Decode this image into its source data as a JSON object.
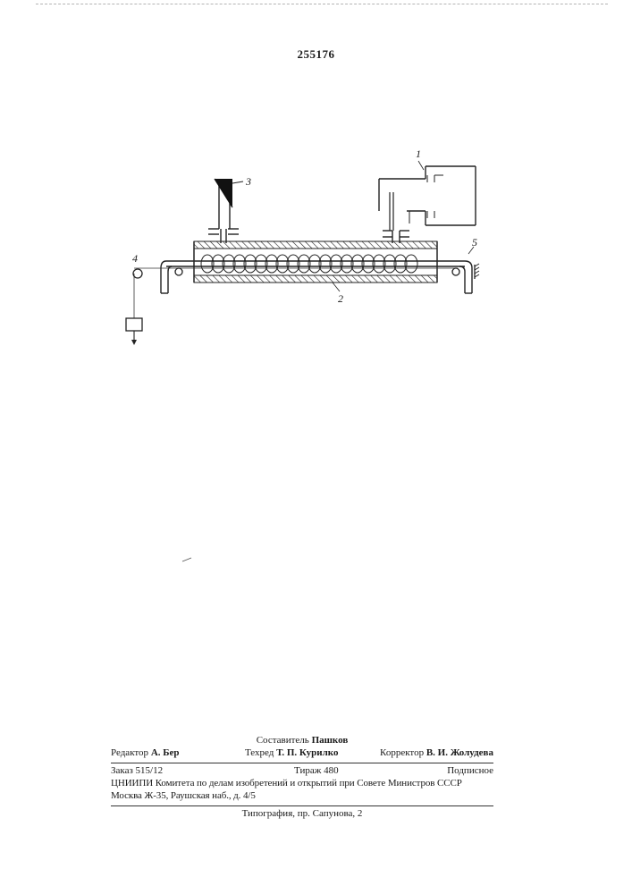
{
  "patent_number": "255176",
  "figure": {
    "labels": {
      "one": "1",
      "two": "2",
      "three": "3",
      "four": "4",
      "five": "5"
    }
  },
  "footer": {
    "compiler_label": "Составитель",
    "compiler_name": "Пашков",
    "editor_label": "Редактор",
    "editor_name": "А. Бер",
    "techred_label": "Техред",
    "techred_name": "Т. П. Курилко",
    "corrector_label": "Корректор",
    "corrector_name": "В. И. Жолудева",
    "order": "Заказ 515/12",
    "circulation": "Тираж 480",
    "subscription": "Подписное",
    "institute_line": "ЦНИИПИ Комитета по делам изобретений и открытий при Совете Министров СССР",
    "address_line": "Москва Ж-35, Раушская наб., д. 4/5",
    "printer_line": "Типография, пр. Сапунова, 2"
  }
}
